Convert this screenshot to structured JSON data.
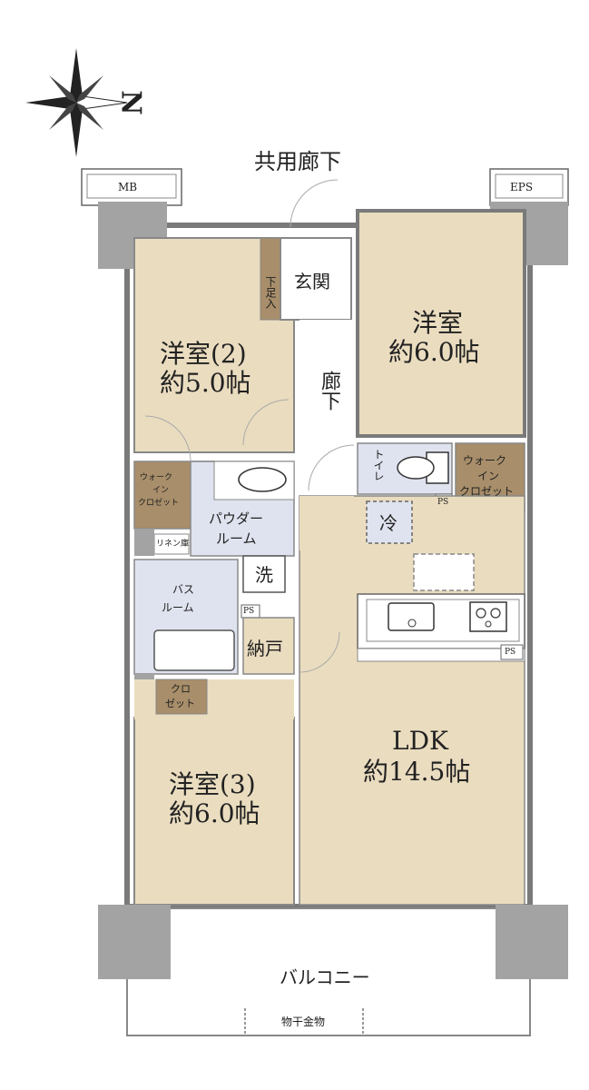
{
  "colors": {
    "room_tan": "#eadcbf",
    "wet_area": "#dfe3ef",
    "closet": "#a88e6a",
    "column": "#a3a3a3",
    "wall": "#7a7a7a",
    "hall": "#ffffff"
  },
  "icons": [
    "compass-icon",
    "toilet-icon",
    "sink-icon",
    "stove-icon",
    "bathtub-icon",
    "basin-icon"
  ],
  "labels": {
    "north": "N",
    "corridor": "共用廊下",
    "mb": "MB",
    "eps": "EPS",
    "entrance": "玄関",
    "shoe_box": "下足入",
    "hallway": "廊下",
    "room2_name": "洋室(2)",
    "room2_size": "約5.0帖",
    "room1_name": "洋室",
    "room1_size": "約6.0帖",
    "wic_left": [
      "ウォーク",
      "イン",
      "クロゼット"
    ],
    "wic_right": [
      "ウォーク",
      "イン",
      "クロゼット"
    ],
    "toilet": "トイレ",
    "ps": "PS",
    "powder_room": [
      "パウダー",
      "ルーム"
    ],
    "linen": "リネン庫",
    "fridge": "冷",
    "bath_room": [
      "バス",
      "ルーム"
    ],
    "washer": "洗",
    "storage": "納戸",
    "closet": [
      "クロ",
      "ゼット"
    ],
    "room3_name": "洋室(3)",
    "room3_size": "約6.0帖",
    "ldk_name": "LDK",
    "ldk_size": "約14.5帖",
    "balcony": "バルコニー",
    "drying_rack": "物干金物"
  }
}
